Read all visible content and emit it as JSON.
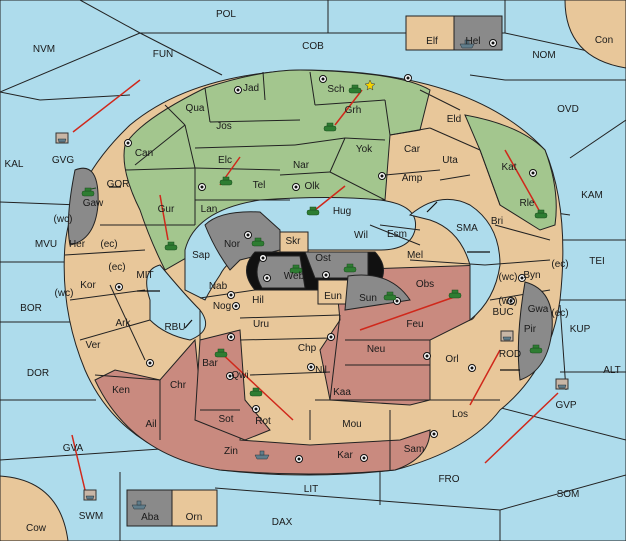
{
  "map": {
    "outer_regions": [
      "POL",
      "NVM",
      "FUN",
      "COB",
      "NOM",
      "Con",
      "OVD",
      "KAM",
      "TEI",
      "KUP",
      "ALT",
      "SOM",
      "FRO",
      "DAX",
      "LIT",
      "Cow",
      "SWM",
      "GVA",
      "DOR",
      "BOR",
      "MVU",
      "KAL",
      "GVG",
      "GOR",
      "MIT",
      "RBU",
      "BUC",
      "ROD",
      "GVP",
      "SMA",
      "Elf",
      "Hel",
      "Aba",
      "Orn"
    ],
    "inner_regions": [
      "Jad",
      "Sch",
      "Qua",
      "Jos",
      "Grh",
      "Can",
      "Yok",
      "Car",
      "Eld",
      "Elc",
      "Nar",
      "Tel",
      "Olk",
      "Amp",
      "Uta",
      "Kat",
      "Gur",
      "Lan",
      "Hug",
      "Gaw",
      "Her",
      "Nor",
      "Skr",
      "Wil",
      "Esm",
      "Bri",
      "Rle",
      "Sap",
      "Ost",
      "Web",
      "Mel",
      "Kor",
      "Nab",
      "Eun",
      "Sun",
      "Obs",
      "Byn",
      "Hil",
      "Nog",
      "Ark",
      "Uru",
      "Feu",
      "Gwa",
      "Pir",
      "Ver",
      "Chp",
      "Neu",
      "Bar",
      "Qwi",
      "Nil",
      "Orl",
      "Ken",
      "Chr",
      "Kaa",
      "Ail",
      "Rot",
      "Sot",
      "Mou",
      "Los",
      "Zin",
      "Kar",
      "Sam",
      "wc",
      "ec"
    ],
    "coast_tags": [
      "(wc)",
      "(ec)",
      "(ec)",
      "(wc)",
      "(wc)",
      "(ec)",
      "(wc)",
      "(ec)"
    ]
  },
  "colors": {
    "sea": "#aedcec",
    "neutral": "#e8c79a",
    "green_power": "#a3c68e",
    "red_power": "#c98a7f",
    "grey_power": "#8a8a8a",
    "order_arrow": "#d0281b"
  },
  "icons": {
    "supply_center": "circle-dot",
    "army": "tank",
    "fleet": "ship",
    "build": "star"
  }
}
